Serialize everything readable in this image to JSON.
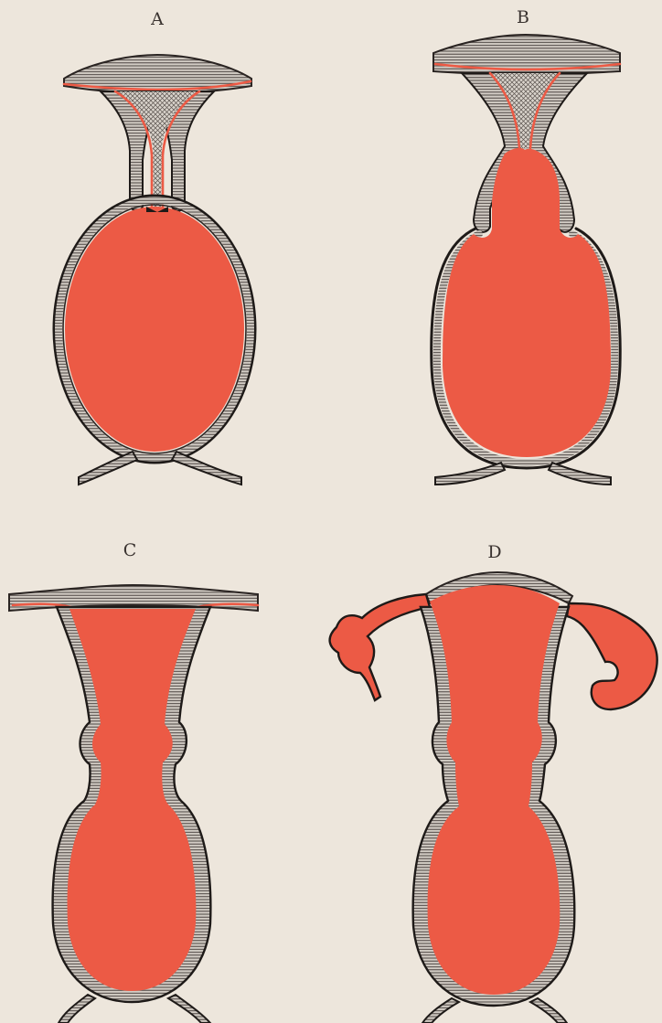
{
  "panels": {
    "a": {
      "label": "A"
    },
    "b": {
      "label": "B"
    },
    "c": {
      "label": "C"
    },
    "d": {
      "label": "D"
    }
  },
  "colors": {
    "paper": "#ede6dc",
    "fluid_red": "#ec5a45",
    "wall_gray": "#c9c3bb",
    "wall_dark": "#1e1a18",
    "hatch_gray": "#6e6660"
  }
}
